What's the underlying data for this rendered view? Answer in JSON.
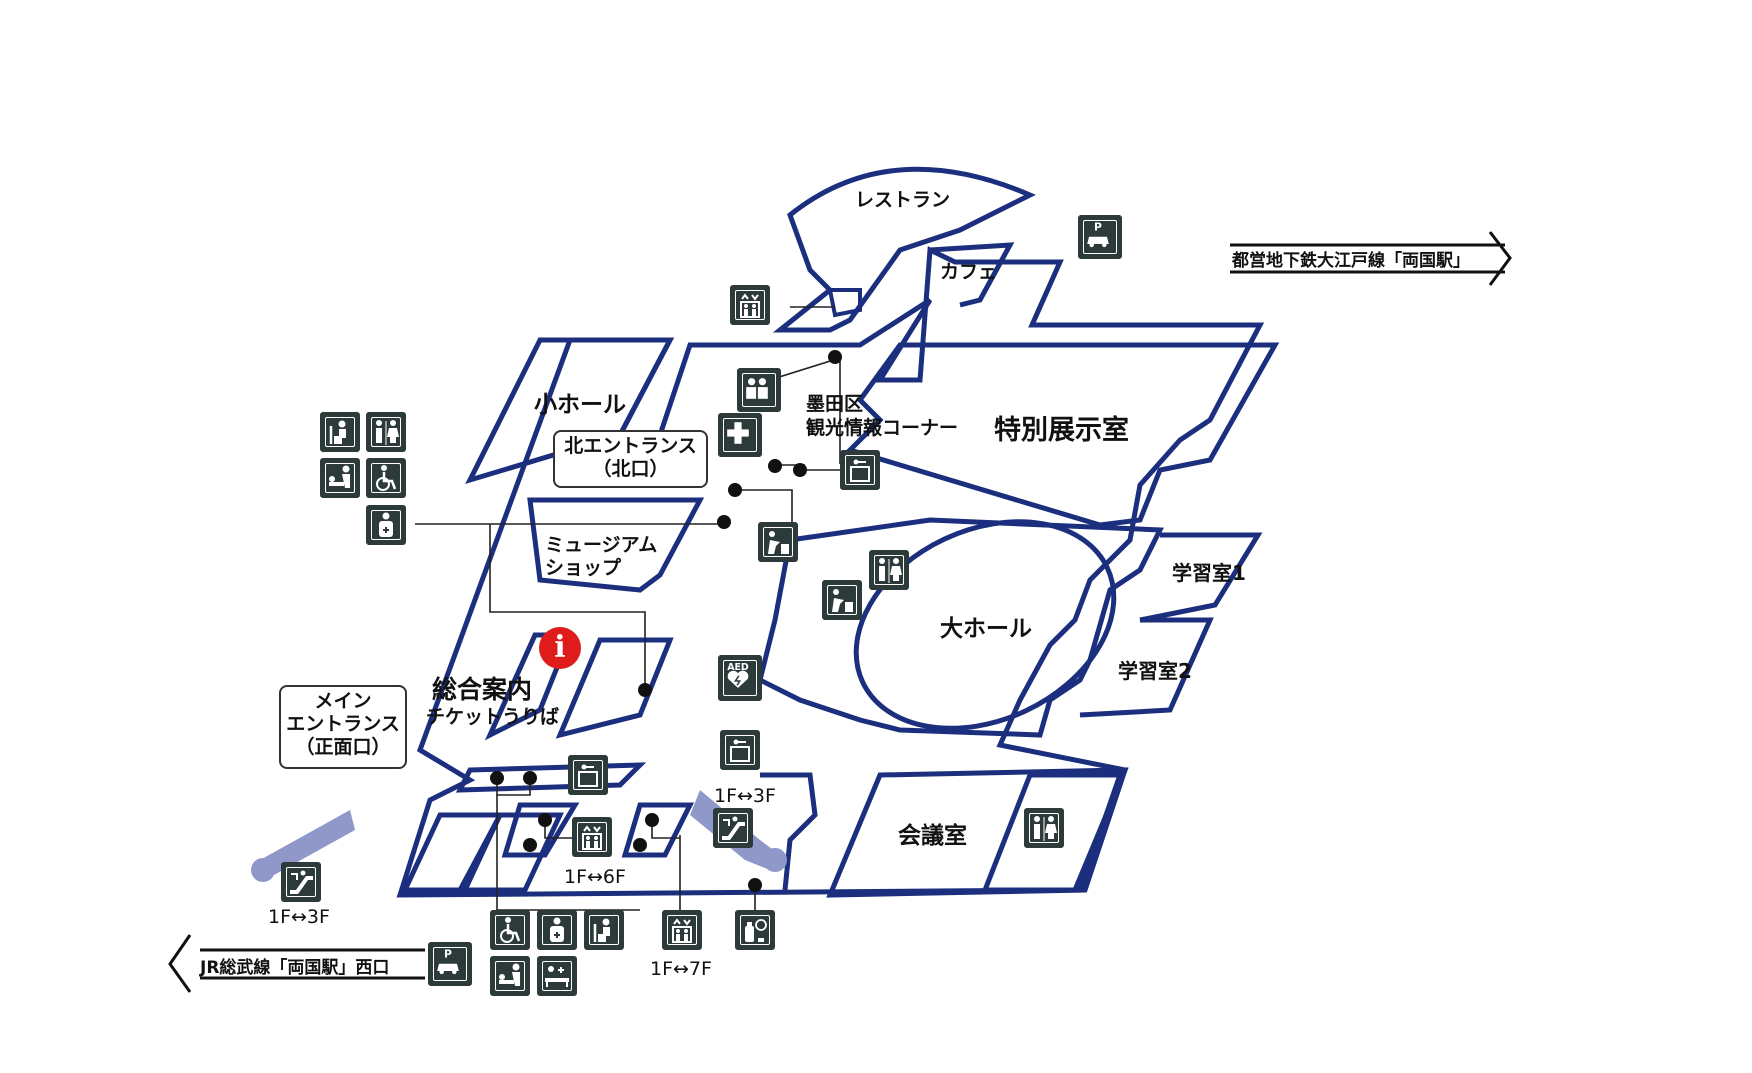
{
  "rooms": {
    "restaurant": "レストラン",
    "cafe": "カフェ",
    "small_hall": "小ホール",
    "sumida_info_1": "墨田区",
    "sumida_info_2": "観光情報コーナー",
    "special_exhibit": "特別展示室",
    "museum_shop_1": "ミュージアム",
    "museum_shop_2": "ショップ",
    "main_hall": "大ホール",
    "study_room_1": "学習室1",
    "study_room_2": "学習室2",
    "info_center": "総合案内",
    "ticket": "チケットうりば",
    "meeting_room": "会議室"
  },
  "entrances": {
    "north_line1": "北エントランス",
    "north_line2": "（北口）",
    "main_line1": "メイン",
    "main_line2": "エントランス",
    "main_line3": "（正面口）"
  },
  "directions": {
    "subway": "都営地下鉄大江戸線「両国駅」",
    "jr": "JR総武線「両国駅」西口"
  },
  "floor_labels": {
    "elevator_6f": "1F↔6F",
    "elevator_7f": "1F↔7F",
    "escalator_left": "1F↔3F",
    "escalator_right": "1F↔3F"
  },
  "info_symbol": "i",
  "aed_label": "AED",
  "parking_label": "P",
  "icons": [
    "elevator-icon",
    "parking-icon",
    "nursing-room-icon",
    "first-aid-icon",
    "coin-locker-icon",
    "baby-chair-icon",
    "restroom-icon",
    "diaper-change-icon",
    "accessible-icon",
    "ostomate-icon",
    "drinking-fountain-icon",
    "aed-icon",
    "escalator-icon",
    "vending-machine-icon"
  ],
  "colors": {
    "wall": "#1c2f7e",
    "icon_bg": "#2c3a3a",
    "info_red": "#e01b1b",
    "escalator": "#8f98c8"
  }
}
